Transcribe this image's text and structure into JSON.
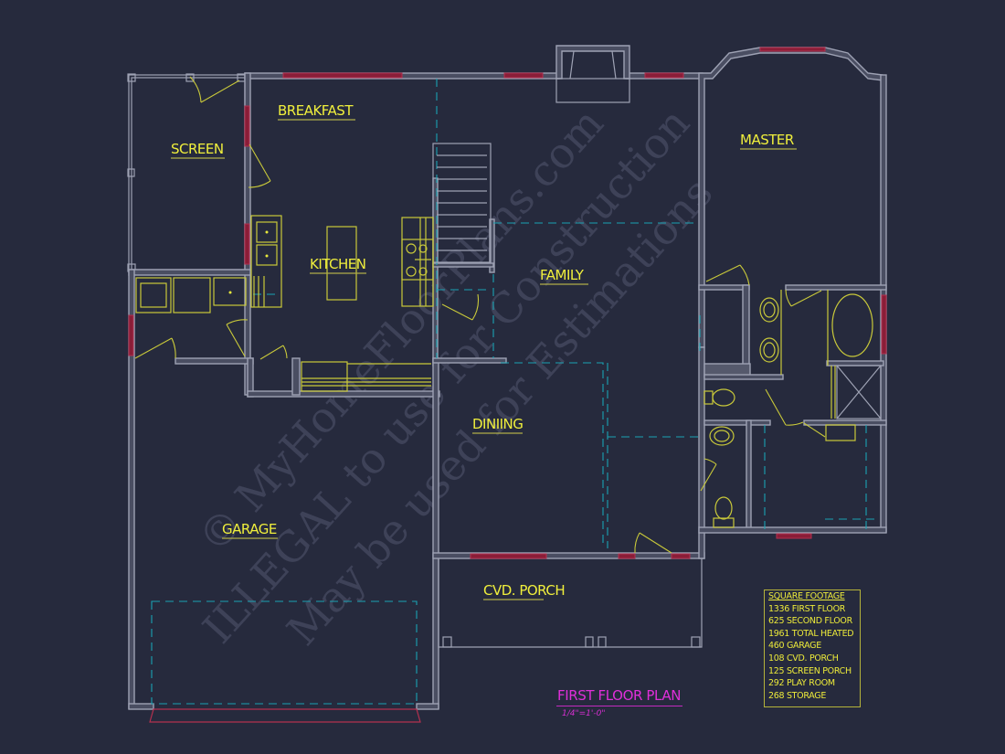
{
  "drawing": {
    "title": "FIRST FLOOR PLAN",
    "scale": "1/4\"=1'-0\"",
    "background_color": "#262a3d",
    "colors": {
      "walls": "#9ea2b4",
      "windows": "#8a1e38",
      "room_labels": "#f0ef3c",
      "hidden_lines": "#1aa3b3",
      "title": "#e02fd9"
    }
  },
  "rooms": [
    {
      "id": "screen",
      "label": "SCREEN"
    },
    {
      "id": "breakfast",
      "label": "BREAKFAST"
    },
    {
      "id": "kitchen",
      "label": "KITCHEN"
    },
    {
      "id": "family",
      "label": "FAMILY"
    },
    {
      "id": "master",
      "label": "MASTER"
    },
    {
      "id": "dining",
      "label": "DINIING"
    },
    {
      "id": "garage",
      "label": "GARAGE"
    },
    {
      "id": "cvd_porch",
      "label": "CVD. PORCH"
    }
  ],
  "square_footage": {
    "title": "SQUARE FOOTAGE",
    "lines": [
      "1336 FIRST FLOOR",
      "625 SECOND FLOOR",
      "1961 TOTAL HEATED",
      "460 GARAGE",
      "108 CVD. PORCH",
      "125 SCREEN PORCH",
      "292 PLAY ROOM",
      "268 STORAGE"
    ]
  },
  "watermark": {
    "lines": [
      "© MyHomeFloorPlans.com",
      "ILLEGAL to use for Construction",
      "May be used for Estimations"
    ]
  }
}
